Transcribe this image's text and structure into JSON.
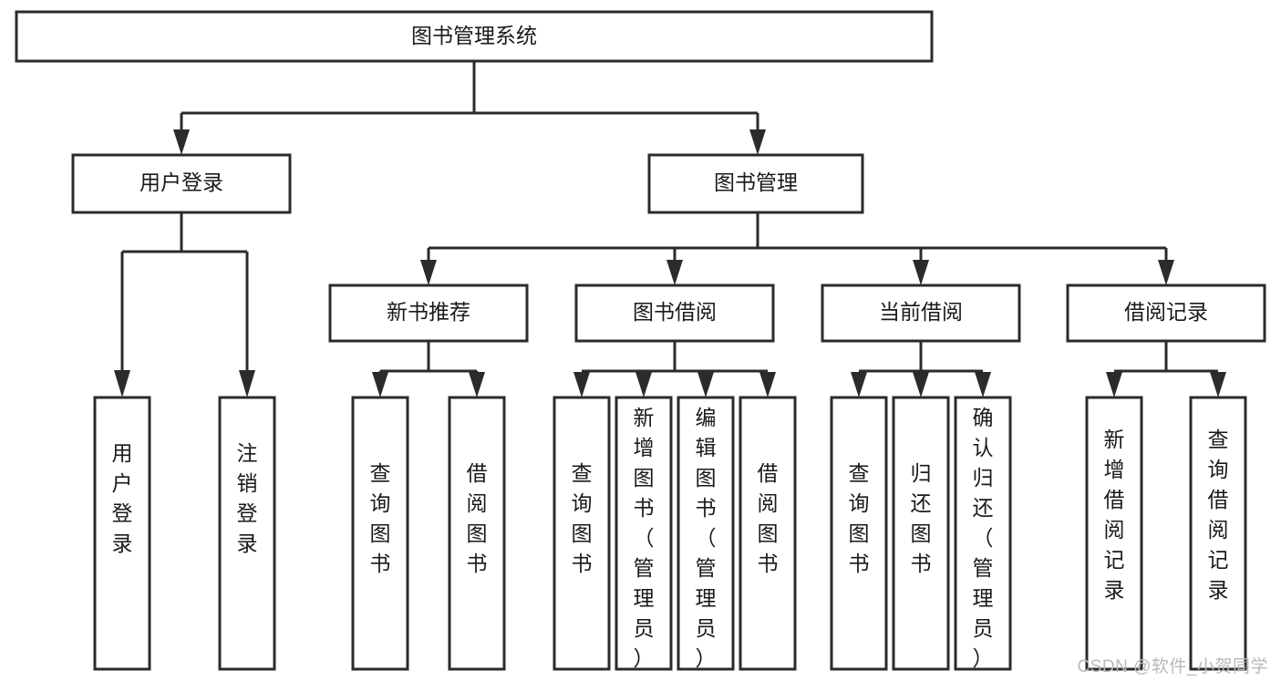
{
  "diagram": {
    "title": "图书管理系统",
    "watermark": "CSDN @软件_小贺同学",
    "colors": {
      "box_stroke": "#2b2b2b",
      "box_fill": "#ffffff",
      "text": "#1a1a1a",
      "background": "#ffffff",
      "watermark": "#b9b9b9"
    },
    "nodes": {
      "root": {
        "label": "图书管理系统"
      },
      "level2": [
        {
          "id": "user-login",
          "label": "用户登录"
        },
        {
          "id": "book-management",
          "label": "图书管理"
        }
      ],
      "level3": [
        {
          "id": "new-book-recommend",
          "label": "新书推荐"
        },
        {
          "id": "book-borrow",
          "label": "图书借阅"
        },
        {
          "id": "current-borrow",
          "label": "当前借阅"
        },
        {
          "id": "borrow-record",
          "label": "借阅记录"
        }
      ],
      "leaves": {
        "user_login": [
          {
            "id": "leaf-user-login",
            "label": "用户登录"
          },
          {
            "id": "leaf-logout-login",
            "label": "注销登录"
          }
        ],
        "new_book_recommend": [
          {
            "id": "leaf-query-book-1",
            "label": "查询图书"
          },
          {
            "id": "leaf-borrow-book-1",
            "label": "借阅图书"
          }
        ],
        "book_borrow": [
          {
            "id": "leaf-query-book-2",
            "label": "查询图书"
          },
          {
            "id": "leaf-add-book",
            "label": "新增图书（管理员）"
          },
          {
            "id": "leaf-edit-book",
            "label": "编辑图书（管理员）"
          },
          {
            "id": "leaf-borrow-book-2",
            "label": "借阅图书"
          }
        ],
        "current_borrow": [
          {
            "id": "leaf-query-book-3",
            "label": "查询图书"
          },
          {
            "id": "leaf-return-book",
            "label": "归还图书"
          },
          {
            "id": "leaf-confirm-return",
            "label": "确认归还（管理员）"
          }
        ],
        "borrow_record": [
          {
            "id": "leaf-add-record",
            "label": "新增借阅记录"
          },
          {
            "id": "leaf-query-record",
            "label": "查询借阅记录"
          }
        ]
      }
    }
  }
}
